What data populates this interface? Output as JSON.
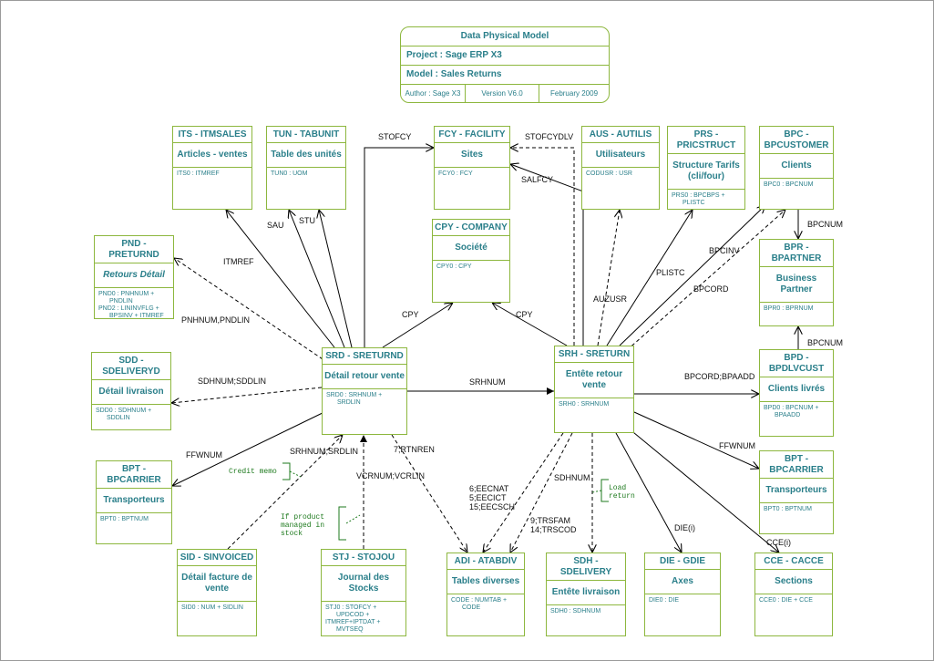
{
  "header": {
    "title": "Data Physical Model",
    "project": "Project : Sage ERP X3",
    "model": "Model   : Sales Returns",
    "author": "Author : Sage  X3",
    "version": "Version V6.0",
    "date": "February 2009"
  },
  "entities": {
    "its": {
      "code": "ITS - ITMSALES",
      "title": "Articles - ventes",
      "keys": [
        "ITS0 : ITMREF"
      ]
    },
    "tun": {
      "code": "TUN - TABUNIT",
      "title": "Table des unités",
      "keys": [
        "TUN0 : UOM"
      ]
    },
    "fcy": {
      "code": "FCY - FACILITY",
      "title": "Sites",
      "keys": [
        "FCY0 : FCY"
      ]
    },
    "aus": {
      "code": "AUS - AUTILIS",
      "title": "Utilisateurs",
      "keys": [
        "CODUSR : USR"
      ]
    },
    "prs": {
      "code": "PRS - PRICSTRUCT",
      "title": "Structure Tarifs (cli/four)",
      "keys": [
        "PRS0 : BPCBPS +",
        "PLISTC"
      ]
    },
    "bpc": {
      "code": "BPC - BPCUSTOMER",
      "title": "Clients",
      "keys": [
        "BPC0 : BPCNUM"
      ]
    },
    "pnd": {
      "code": "PND - PRETURND",
      "title": "Retours Détail",
      "keys": [
        "PND0 : PNHNUM +",
        "PNDLIN",
        "PND2 : LININVFLG +",
        "BPSINV + ITMREF"
      ]
    },
    "cpy": {
      "code": "CPY - COMPANY",
      "title": "Société",
      "keys": [
        "CPY0 : CPY"
      ]
    },
    "bpr": {
      "code": "BPR - BPARTNER",
      "title": "Business Partner",
      "keys": [
        "BPR0 : BPRNUM"
      ]
    },
    "sdd": {
      "code": "SDD - SDELIVERYD",
      "title": "Détail livraison",
      "keys": [
        "SDD0 : SDHNUM +",
        "SDDLIN"
      ]
    },
    "srd": {
      "code": "SRD - SRETURND",
      "title": "Détail retour vente",
      "keys": [
        "SRD0 : SRHNUM +",
        "SRDLIN"
      ]
    },
    "srh": {
      "code": "SRH - SRETURN",
      "title": "Entête retour vente",
      "keys": [
        "SRH0 : SRHNUM"
      ]
    },
    "bpd": {
      "code": "BPD - BPDLVCUST",
      "title": "Clients livrés",
      "keys": [
        "BPD0 : BPCNUM +",
        "BPAADD"
      ]
    },
    "bpt1": {
      "code": "BPT - BPCARRIER",
      "title": "Transporteurs",
      "keys": [
        "BPT0 : BPTNUM"
      ]
    },
    "bpt2": {
      "code": "BPT - BPCARRIER",
      "title": "Transporteurs",
      "keys": [
        "BPT0 : BPTNUM"
      ]
    },
    "sid": {
      "code": "SID - SINVOICED",
      "title": "Détail facture de vente",
      "keys": [
        "SID0 : NUM + SIDLIN"
      ]
    },
    "stj": {
      "code": "STJ - STOJOU",
      "title": "Journal des Stocks",
      "keys": [
        "STJ0 : STOFCY +",
        "UPDCOD +",
        "ITMREF+IPTDAT +",
        "MVTSEQ"
      ]
    },
    "adi": {
      "code": "ADI - ATABDIV",
      "title": "Tables diverses",
      "keys": [
        "CODE : NUMTAB +",
        "CODE"
      ]
    },
    "sdh": {
      "code": "SDH - SDELIVERY",
      "title": "Entête livraison",
      "keys": [
        "SDH0 : SDHNUM"
      ]
    },
    "die": {
      "code": "DIE - GDIE",
      "title": "Axes",
      "keys": [
        "DIE0 : DIE"
      ]
    },
    "cce": {
      "code": "CCE - CACCE",
      "title": "Sections",
      "keys": [
        "CCE0 : DIE + CCE"
      ]
    }
  },
  "relations": {
    "stofcy": "STOFCY",
    "stofcydlv": "STOFCYDLV",
    "salfcy": "SALFCY",
    "sau": "SAU",
    "stu": "STU",
    "itmref": "ITMREF",
    "pnhnum": "PNHNUM,PNDLIN",
    "cpy_srd": "CPY",
    "cpy_srh": "CPY",
    "auzusr": "AUZUSR",
    "plistc": "PLISTC",
    "bpcinv": "BPCINV",
    "bpcord": "BPCORD",
    "bpcnum1": "BPCNUM",
    "bpcnum2": "BPCNUM",
    "sdhnum_sddlin": "SDHNUM;SDDLIN",
    "srhnum": "SRHNUM",
    "bpcord_bpaadd": "BPCORD;BPAADD",
    "ffwnum1": "FFWNUM",
    "ffwnum2": "FFWNUM",
    "srhnum_srdlin": "SRHNUM;SRDLIN",
    "rtnren": "7;RTNREN",
    "vcrnum": "VCRNUM;VCRLIN",
    "eecnat": "6;EECNAT",
    "eecict": "5;EECICT",
    "eecsch": "15;EECSCH",
    "sdhnum": "SDHNUM",
    "trsfam": "9;TRSFAM",
    "trscod": "14;TRSCOD",
    "die": "DIE(i)",
    "cce": "CCE(i)"
  },
  "notes": {
    "credit_memo": "Credit memo",
    "if_product": [
      "If product",
      "managed in",
      "stock"
    ],
    "load_return": [
      "Load",
      "return"
    ]
  },
  "colors": {
    "border": "#8db73e",
    "entity_text": "#2a7f8a",
    "note_text": "#1e7a1e",
    "line": "#000000"
  }
}
